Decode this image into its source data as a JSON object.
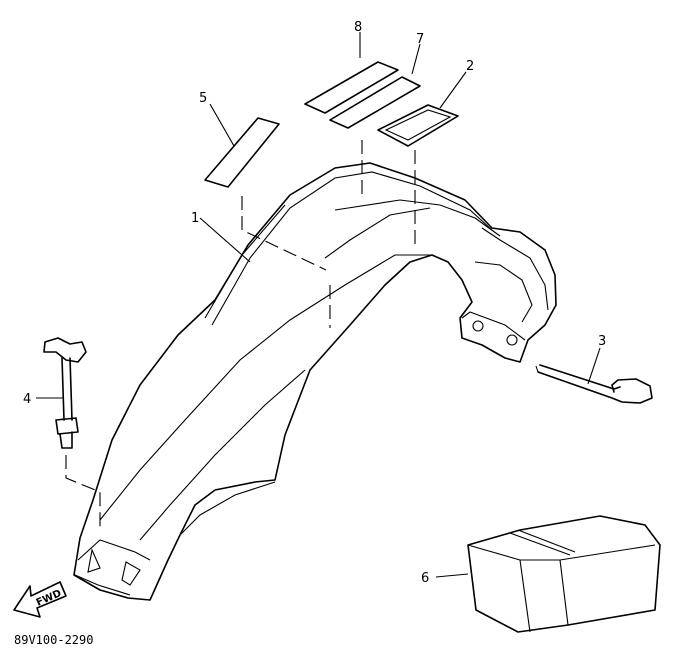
{
  "diagram": {
    "code": "89V100-2290",
    "fwd_label": "FWD",
    "callouts": {
      "c1": "1",
      "c2": "2",
      "c3": "3",
      "c4": "4",
      "c5": "5",
      "c6": "6",
      "c7": "7",
      "c8": "8"
    }
  }
}
